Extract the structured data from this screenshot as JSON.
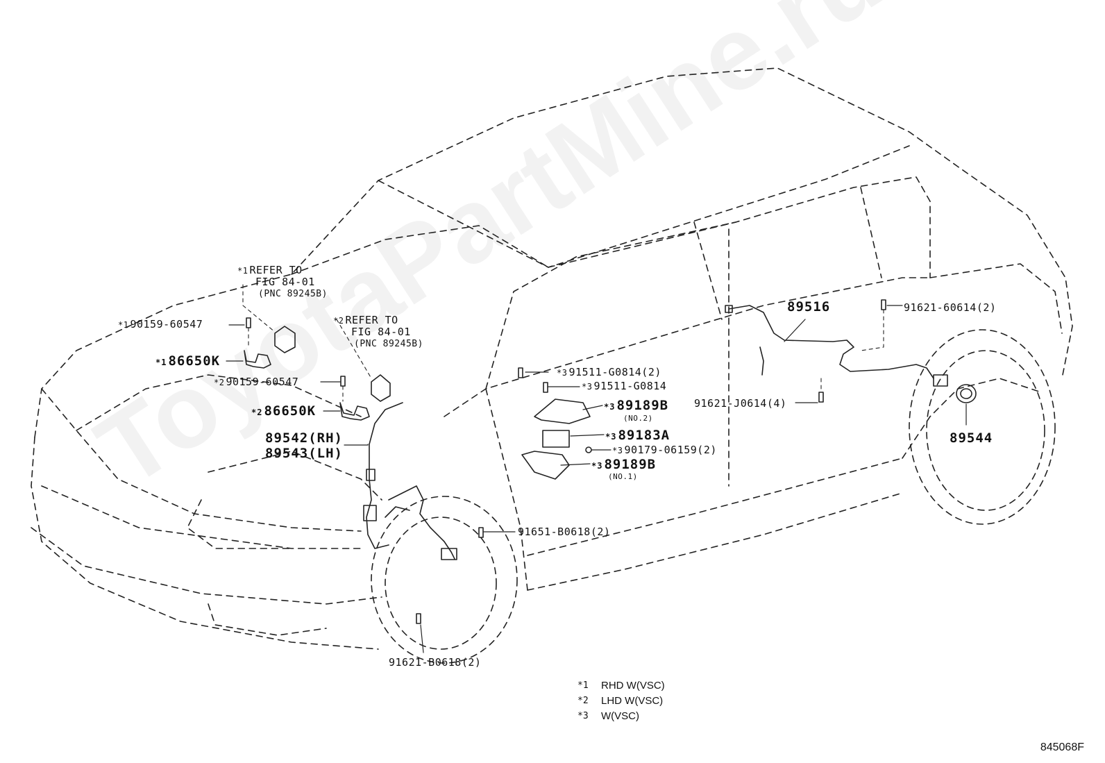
{
  "watermark": "ToyotaPartMine.ru",
  "figure_code": "845068F",
  "callouts": {
    "refer1": {
      "marker": "*1",
      "line1": "REFER TO",
      "line2": "FIG 84-01",
      "line3": "(PNC 89245B)"
    },
    "refer2": {
      "marker": "*2",
      "line1": "REFER TO",
      "line2": "FIG 84-01",
      "line3": "(PNC 89245B)"
    },
    "bolt_90159_1": {
      "marker": "*1",
      "part": "90159-60547"
    },
    "sensor_86650k_1": {
      "marker": "*1",
      "part": "86650K"
    },
    "bolt_90159_2": {
      "marker": "*2",
      "part": "90159-60547"
    },
    "sensor_86650k_2": {
      "marker": "*2",
      "part": "86650K"
    },
    "front_sensor_rh": "89542(RH)",
    "front_sensor_lh": "89543(LH)",
    "bolt_91511_a": {
      "marker": "*3",
      "part": "91511-G0814(2)"
    },
    "bolt_91511_b": {
      "marker": "*3",
      "part": "91511-G0814"
    },
    "bracket_no2": {
      "marker": "*3",
      "part": "89189B",
      "sub": "(NO.2)"
    },
    "sensor_89183a": {
      "marker": "*3",
      "part": "89183A"
    },
    "nut_90179": {
      "marker": "*3",
      "part": "90179-06159(2)"
    },
    "bracket_no1": {
      "marker": "*3",
      "part": "89189B",
      "sub": "(NO.1)"
    },
    "rear_harness": "89516",
    "bolt_91621_60614": "91621-60614(2)",
    "bolt_91621_j0614": "91621-J0614(4)",
    "rear_rotor": "89544",
    "bolt_91651": "91651-B0618(2)",
    "bolt_91621_b0618": "91621-B0618(2)"
  },
  "legend": [
    {
      "key": "*1",
      "text": "RHD W(VSC)"
    },
    {
      "key": "*2",
      "text": "LHD W(VSC)"
    },
    {
      "key": "*3",
      "text": "W(VSC)"
    }
  ]
}
